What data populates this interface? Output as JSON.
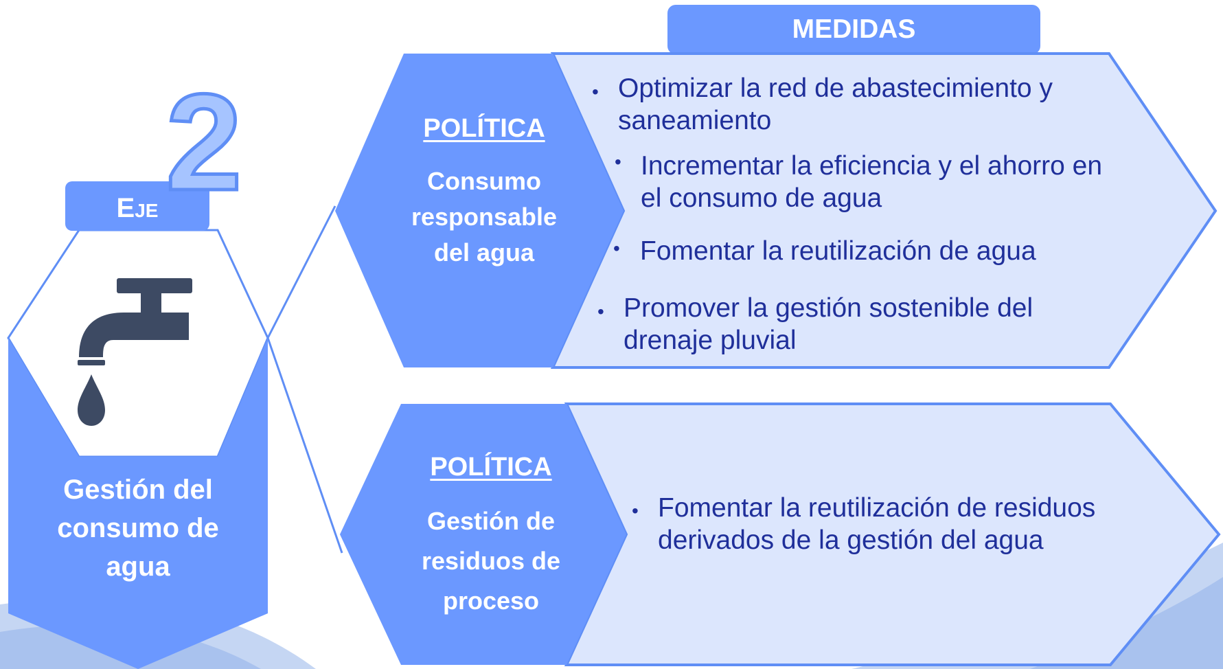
{
  "axis": {
    "label_e": "E",
    "label_je": "JE",
    "number": "2",
    "title_lines": [
      "Gestión del",
      "consumo de",
      "agua"
    ],
    "icon": "faucet-icon"
  },
  "header": {
    "medidas": "MEDIDAS"
  },
  "policies": [
    {
      "label": "POLÍTICA",
      "name_lines": [
        "Consumo",
        "responsable",
        "del agua"
      ],
      "measures": [
        {
          "lines": [
            "Optimizar la red de abastecimiento y",
            "saneamiento"
          ]
        },
        {
          "lines": [
            "Incrementar la eficiencia y el ahorro en",
            "el consumo de agua"
          ]
        },
        {
          "lines": [
            "Fomentar la reutilización de agua"
          ]
        },
        {
          "lines": [
            "Promover la gestión sostenible del",
            "drenaje pluvial"
          ]
        }
      ]
    },
    {
      "label": "POLÍTICA",
      "name_lines": [
        "Gestión de",
        "residuos de",
        "proceso"
      ],
      "measures": [
        {
          "lines": [
            "Fomentar la reutilización de residuos",
            "derivados de la gestión del agua"
          ]
        }
      ]
    }
  ],
  "colors": {
    "primary": "#6b98ff",
    "light_panel": "#dce6fd",
    "outline": "#5f8ef5",
    "measure_text": "#1f2f9a",
    "icon": "#3d4a63",
    "wave_light": "#c5d6f3",
    "wave_mid": "#a9c2ee"
  }
}
